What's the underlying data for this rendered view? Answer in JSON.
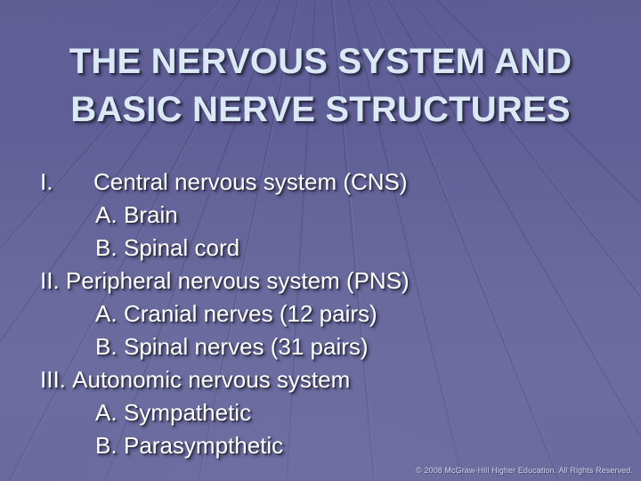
{
  "slide": {
    "title_lines": [
      "THE NERVOUS SYSTEM AND",
      "BASIC NERVE STRUCTURES"
    ],
    "outline": [
      {
        "marker": "I.",
        "text": "Central nervous system (CNS)",
        "level": 1,
        "tabbed": true
      },
      {
        "marker": "A.",
        "text": "Brain",
        "level": 2,
        "tabbed": false
      },
      {
        "marker": "B.",
        "text": "Spinal cord",
        "level": 2,
        "tabbed": false
      },
      {
        "marker": "II.",
        "text": "Peripheral nervous system (PNS)",
        "level": 1,
        "tabbed": false
      },
      {
        "marker": "A.",
        "text": "Cranial nerves (12 pairs)",
        "level": 2,
        "tabbed": false
      },
      {
        "marker": "B.",
        "text": "Spinal nerves (31 pairs)",
        "level": 2,
        "tabbed": false
      },
      {
        "marker": "III.",
        "text": "Autonomic nervous system",
        "level": 1,
        "tabbed": false
      },
      {
        "marker": "A.",
        "text": "Sympathetic",
        "level": 2,
        "tabbed": false
      },
      {
        "marker": "B.",
        "text": "Parasympthetic",
        "level": 2,
        "tabbed": false
      }
    ],
    "footer": "© 2008 McGraw-Hill Higher Education. All Rights Reserved.",
    "colors": {
      "background_top": "#5e5e94",
      "background_bottom": "#6a6a9e",
      "title_text": "#dbe9f7",
      "body_text": "#ffffff",
      "footer_text": "#cfd2e8",
      "grid_light": "#8f8fc0",
      "grid_dark": "#4a4a74"
    }
  }
}
